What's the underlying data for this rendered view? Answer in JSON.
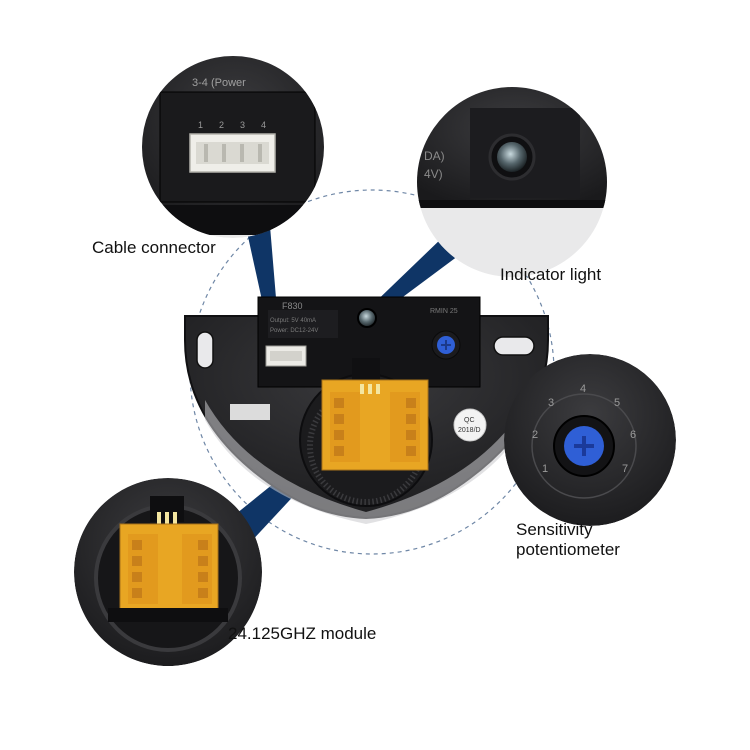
{
  "colors": {
    "background": "#ffffff",
    "pointer": "#0f3566",
    "device_body": "#2b2b2d",
    "device_panel": "#141416",
    "module_board": "#e8a623",
    "knob": "#2f5fd6",
    "dashed_circle": "#6f87a6"
  },
  "callouts": {
    "cable_connector": "Cable connector",
    "indicator_light": "Indicator light",
    "sensitivity_line1": "Sensitivity",
    "sensitivity_line2": "potentiometer",
    "module": "24.125GHZ module"
  },
  "device_print": {
    "model": "F830",
    "spec_line1": "Output: 5V 40mA",
    "spec_line2": "Power: DC12-24V",
    "rmin": "RMIN 25",
    "qc_line1": "QC",
    "qc_line2": "2018/D"
  },
  "zoom_cable": {
    "header": "3-4 (Power",
    "pin1": "1",
    "pin2": "2",
    "pin3": "3",
    "pin4": "4"
  },
  "zoom_light": {
    "line1": "DA)",
    "line2": "4V)"
  },
  "zoom_knob": {
    "scale": [
      "1",
      "2",
      "3",
      "4",
      "5",
      "6",
      "7"
    ]
  }
}
